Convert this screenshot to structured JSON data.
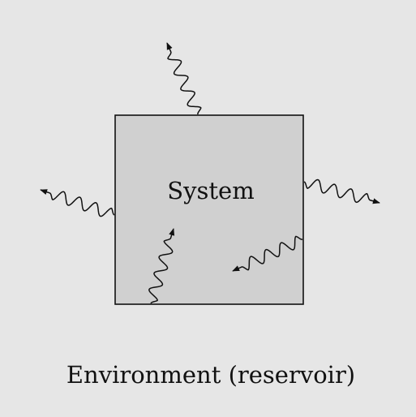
{
  "diagram": {
    "system_label": "System",
    "environment_label": "Environment (reservoir)",
    "colors": {
      "background": "#e6e6e6",
      "system_fill": "#d0d0d0",
      "stroke": "#111111"
    },
    "arrows": [
      {
        "name": "arrow-top-out",
        "direction": "outward"
      },
      {
        "name": "arrow-left-out",
        "direction": "outward"
      },
      {
        "name": "arrow-right-out",
        "direction": "outward"
      },
      {
        "name": "arrow-bottom-inside",
        "direction": "inward"
      },
      {
        "name": "arrow-right-inside",
        "direction": "inward"
      }
    ]
  }
}
